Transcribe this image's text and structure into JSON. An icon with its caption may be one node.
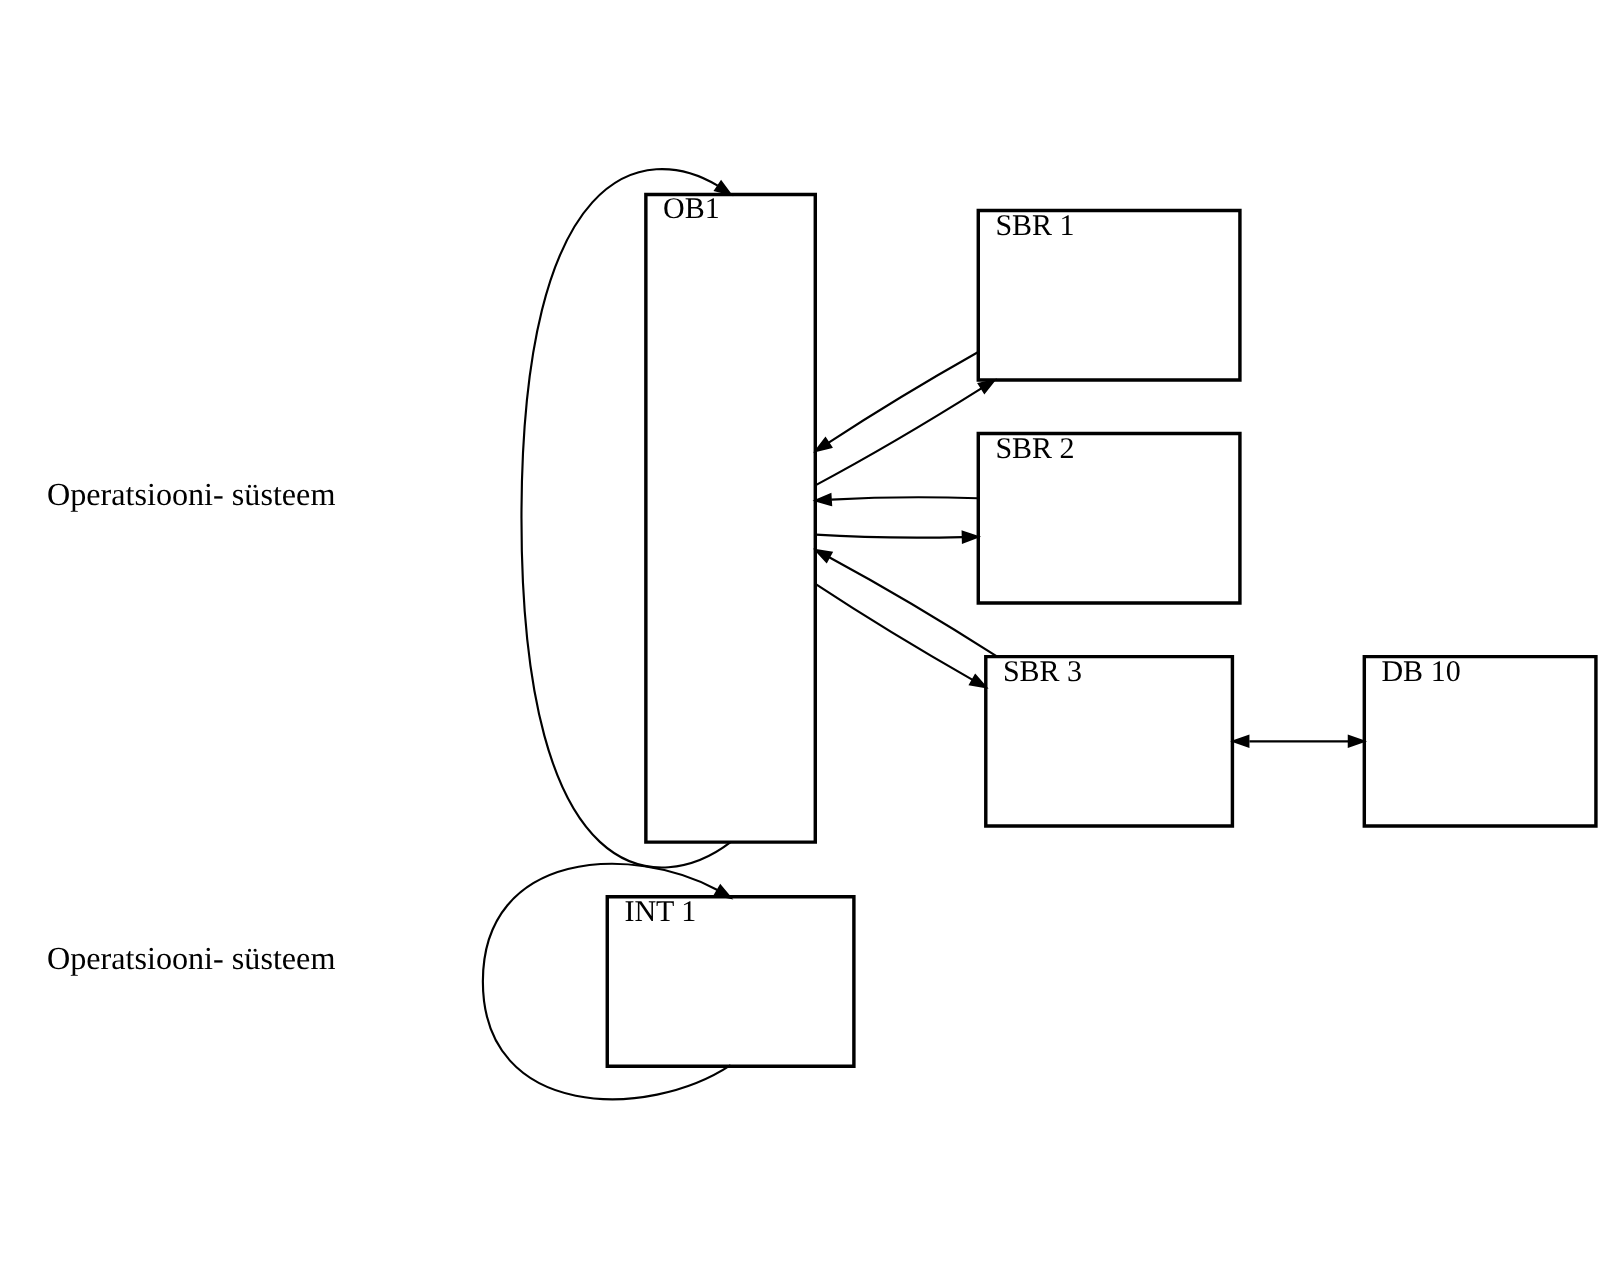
{
  "diagram": {
    "nodes": [
      {
        "text": [
          "OB1"
        ]
      },
      {
        "text": [
          "SBR 1"
        ]
      },
      {
        "text": [
          "SBR 2"
        ]
      },
      {
        "text": [
          "SBR 3"
        ]
      },
      {
        "text": [
          "DB 10"
        ]
      },
      {
        "text": [
          "INT 1"
        ]
      }
    ],
    "edges": [
      {
        "from": 0,
        "to": 0,
        "arrow": "to"
      },
      {
        "from": 0,
        "to": 1,
        "arrow": "to"
      },
      {
        "from": 1,
        "to": 0,
        "arrow": "to"
      },
      {
        "from": 0,
        "to": 2,
        "arrow": "to"
      },
      {
        "from": 2,
        "to": 0,
        "arrow": "to"
      },
      {
        "from": 0,
        "to": 3,
        "arrow": "to"
      },
      {
        "from": 3,
        "to": 0,
        "arrow": "to"
      },
      {
        "from": 3,
        "to": 4,
        "arrow": "both"
      },
      {
        "from": 5,
        "to": 5,
        "arrow": "to"
      }
    ],
    "labels": [
      "Operatsiooni- süsteem",
      "Operatsiooni- süsteem"
    ]
  }
}
